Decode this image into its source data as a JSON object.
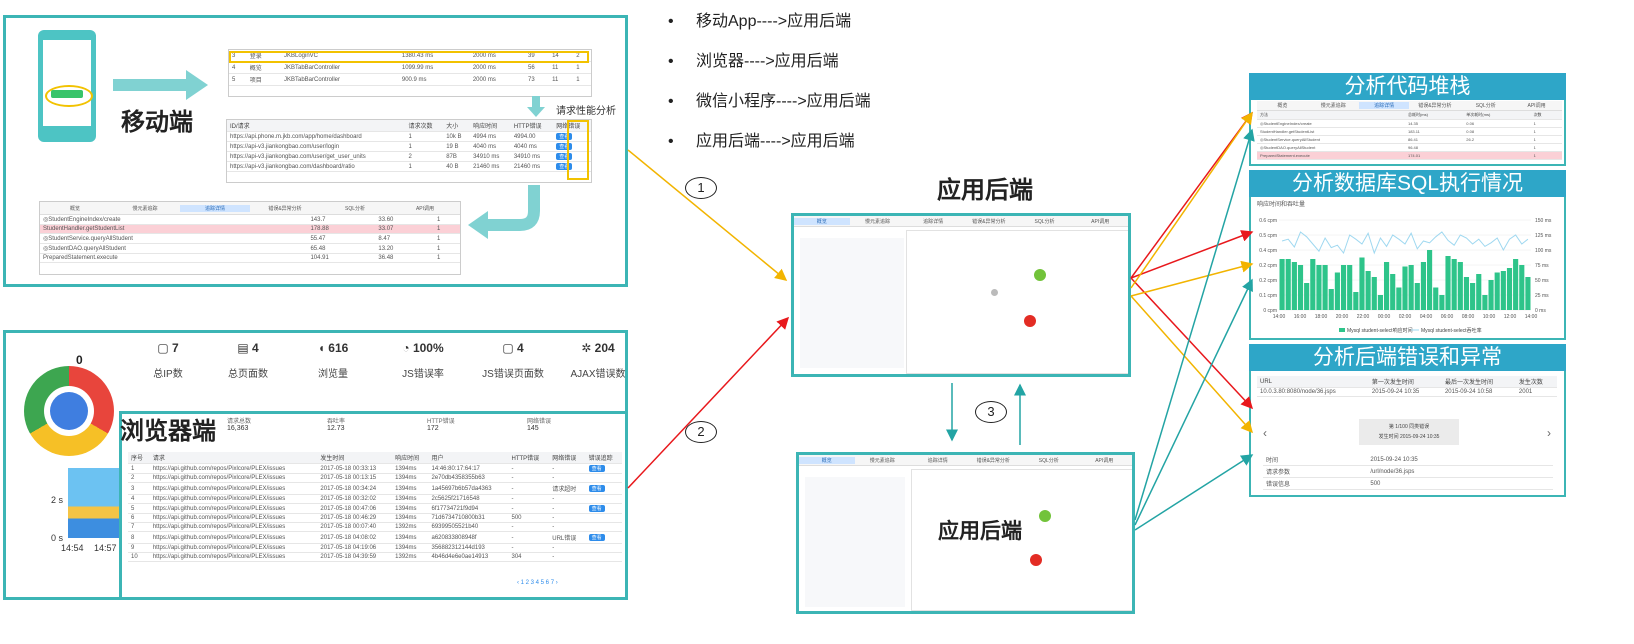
{
  "mobile": {
    "label": "移动端",
    "perf_label": "请求性能分析",
    "top_rows": [
      [
        "3",
        "登录",
        "JKBLoginVC",
        "1380.43 ms",
        "2000 ms",
        "39",
        "14",
        "2"
      ],
      [
        "4",
        "概览",
        "JKBTabBarController",
        "1099.99 ms",
        "2000 ms",
        "56",
        "11",
        "1"
      ],
      [
        "5",
        "项目",
        "JKBTabBarController",
        "900.9 ms",
        "2000 ms",
        "73",
        "11",
        "1"
      ]
    ],
    "req_header": [
      "ID/请求",
      "请求次数",
      "大小",
      "响应时间",
      "HTTP错误",
      "网络错误"
    ],
    "req_rows": [
      [
        "https://api.phone.m.jkb.com/app/home/dashboard",
        "1",
        "10k B",
        "4994 ms",
        "4994.00",
        "查看"
      ],
      [
        "https://api-v3.jiankongbao.com/user/login",
        "1",
        "19 B",
        "4040 ms",
        "4040 ms",
        "查看"
      ],
      [
        "https://api-v3.jiankongbao.com/user/get_user_units",
        "2",
        "87B",
        "34910 ms",
        "34910 ms",
        "查看"
      ],
      [
        "https://api-v3.jiankongbao.com/dashboard/ratio",
        "1",
        "40 B",
        "21460 ms",
        "21460 ms",
        "查看"
      ]
    ],
    "trace_tabs": [
      "概览",
      "慢元素追踪",
      "追踪详情",
      "错误&异常分析",
      "SQL分析",
      "API调用"
    ],
    "trace_rows": [
      [
        "◎StudentEngineIndex/create",
        "143.7",
        "33.60",
        "1"
      ],
      [
        "StudentHandler.getStudentList",
        "178.88",
        "33.07",
        "1"
      ],
      [
        "◎StudentService.queryAllStudent",
        "55.47",
        "8.47",
        "1"
      ],
      [
        "◎StudentDAO.queryAllStudent",
        "65.48",
        "13.20",
        "1"
      ],
      [
        "PreparedStatement.execute",
        "104.91",
        "36.48",
        "1"
      ]
    ]
  },
  "browser": {
    "label": "浏览器端",
    "stats": [
      {
        "value": "7",
        "label": "总IP数"
      },
      {
        "value": "4",
        "label": "总页面数"
      },
      {
        "value": "616",
        "label": "浏览量"
      },
      {
        "value": "100%",
        "label": "JS错误率"
      },
      {
        "value": "4",
        "label": "JS错误页面数"
      },
      {
        "value": "204",
        "label": "AJAX错误数"
      }
    ],
    "left_num": "0",
    "axis_y": [
      "2 s",
      "0 s"
    ],
    "axis_x": [
      "14:54",
      "14:57"
    ],
    "inner_stats": [
      {
        "value": "16,363",
        "label": "请求总数"
      },
      {
        "value": "12.73",
        "label": "吞吐率"
      },
      {
        "value": "172",
        "label": "HTTP错误"
      },
      {
        "value": "145",
        "label": "网络错误"
      }
    ],
    "table_header": [
      "序号",
      "请求",
      "发生时间",
      "响应时间",
      "用户",
      "HTTP错误",
      "网络错误",
      "错误追踪"
    ],
    "table_rows": [
      [
        "1",
        "https://api.github.com/repos/Pixlcore/PLEX/issues",
        "2017-05-18 00:33:13",
        "1394ms",
        "14:46:80:17:64:17",
        "-",
        "-",
        "查看"
      ],
      [
        "2",
        "https://api.github.com/repos/Pixlcore/PLEX/issues",
        "2017-05-18 00:13:15",
        "1394ms",
        "2e70db4358355b63",
        "-",
        "-",
        ""
      ],
      [
        "3",
        "https://api.github.com/repos/Pixlcore/PLEX/issues",
        "2017-05-18 00:34:24",
        "1394ms",
        "1a45697b6b57da4363",
        "-",
        "请求超时",
        "查看"
      ],
      [
        "4",
        "https://api.github.com/repos/Pixlcore/PLEX/issues",
        "2017-05-18 00:32:02",
        "1394ms",
        "2c5625f21716548",
        "-",
        "-",
        ""
      ],
      [
        "5",
        "https://api.github.com/repos/Pixlcore/PLEX/issues",
        "2017-05-18 00:47:06",
        "1394ms",
        "6f17734721f9d94",
        "-",
        "-",
        "查看"
      ],
      [
        "6",
        "https://api.github.com/repos/Pixlcore/PLEX/issues",
        "2017-05-18 00:46:29",
        "1394ms",
        "71d6734710800b31",
        "500",
        "-",
        ""
      ],
      [
        "7",
        "https://api.github.com/repos/Pixlcore/PLEX/issues",
        "2017-05-18 00:07:40",
        "1392ms",
        "69399505521b40",
        "-",
        "-",
        ""
      ],
      [
        "8",
        "https://api.github.com/repos/Pixlcore/PLEX/issues",
        "2017-05-18 04:08:02",
        "1394ms",
        "a620833808948f",
        "-",
        "URL错误",
        "查看"
      ],
      [
        "9",
        "https://api.github.com/repos/Pixlcore/PLEX/issues",
        "2017-05-18 04:19:06",
        "1394ms",
        "356882312144d193",
        "-",
        "-",
        ""
      ],
      [
        "10",
        "https://api.github.com/repos/Pixlcore/PLEX/issues",
        "2017-05-18 04:39:59",
        "1392ms",
        "4b46d4e6e0ae14913",
        "304",
        "-",
        ""
      ]
    ]
  },
  "center": {
    "top_label": "应用后端",
    "bottom_label": "应用后端",
    "tabs": [
      "概览",
      "慢元素追踪",
      "追踪详情",
      "错误&异常分析",
      "SQL分析",
      "API调用"
    ],
    "num1": "1",
    "num2": "2",
    "num3": "3"
  },
  "bullets": [
    "移动App---->应用后端",
    "浏览器---->应用后端",
    "微信小程序---->应用后端",
    "应用后端---->应用后端"
  ],
  "right": {
    "code_title": "分析代码堆栈",
    "code_tabs": [
      "概览",
      "慢元素追踪",
      "追踪详情",
      "错误&异常分析",
      "SQL分析",
      "API调用"
    ],
    "code_header": [
      "方法",
      "总耗时(ms)",
      "单次耗时(ms)",
      "次数"
    ],
    "code_rows": [
      [
        "◎StudentEngineIndex/create",
        "14.35",
        "0.06",
        "1"
      ],
      [
        "StudentHandler.getStudentList",
        "183.11",
        "0.08",
        "1"
      ],
      [
        "◎StudentService.queryAllStudent",
        "86.41",
        "26.2",
        "1"
      ],
      [
        "◎StudentDAO.queryAllStudent",
        "96.48",
        "",
        "1"
      ],
      [
        "PreparedStatement.execute",
        "174.01",
        "",
        "1"
      ]
    ],
    "sql_title": "分析数据库SQL执行情况",
    "sql_subtitle": "响应时间和吞吐量",
    "sql_legend": [
      "Mysql student-select响应时间",
      "Mysql student-select吞吐率"
    ],
    "err_title": "分析后端错误和异常",
    "err_header": [
      "URL",
      "第一次发生时间",
      "最后一次发生时间",
      "发生次数"
    ],
    "err_row": [
      "10.0.3.80:8080/node/36.jsps",
      "2015-09-24 10:35",
      "2015-09-24 10:58",
      "2001"
    ],
    "err_box": [
      "第 1/100 同类错误",
      "发生时间 2015-09-24 10:35"
    ],
    "err_details": [
      [
        "时间",
        "2015-09-24 10:35"
      ],
      [
        "请求参数",
        "/url/node/36.jsps"
      ],
      [
        "错误信息",
        "500"
      ]
    ]
  },
  "chart_data": {
    "type": "bar",
    "title": "响应时间和吞吐量",
    "x_ticks": [
      "14:00",
      "16:00",
      "18:00",
      "20:00",
      "22:00",
      "00:00",
      "02:00",
      "04:00",
      "06:00",
      "08:00",
      "10:00",
      "12:00",
      "14:00"
    ],
    "y_left_ticks": [
      "0 cpm",
      "0.1 cpm",
      "0.2 cpm",
      "0.2 cpm",
      "0.4 cpm",
      "0.5 cpm",
      "0.6 cpm"
    ],
    "y_right_ticks": [
      "0 ms",
      "25 ms",
      "50 ms",
      "75 ms",
      "100 ms",
      "125 ms",
      "150 ms"
    ],
    "series": [
      {
        "name": "Mysql student-select响应时间",
        "type": "bar",
        "color": "#2ec48a",
        "values": [
          0.34,
          0.34,
          0.32,
          0.3,
          0.18,
          0.34,
          0.3,
          0.3,
          0.14,
          0.25,
          0.3,
          0.3,
          0.12,
          0.35,
          0.26,
          0.22,
          0.1,
          0.32,
          0.24,
          0.15,
          0.29,
          0.3,
          0.18,
          0.32,
          0.4,
          0.15,
          0.1,
          0.36,
          0.34,
          0.32,
          0.22,
          0.18,
          0.24,
          0.1,
          0.2,
          0.25,
          0.26,
          0.28,
          0.34,
          0.3,
          0.22
        ]
      },
      {
        "name": "Mysql student-select吞吐率",
        "type": "line",
        "color": "#9fd8f0",
        "values": [
          115,
          118,
          105,
          130,
          122,
          110,
          98,
          120,
          104,
          108,
          95,
          125,
          118,
          110,
          128,
          95,
          120,
          106,
          125,
          118,
          110,
          128,
          102,
          115,
          112,
          122,
          130,
          116,
          108,
          125,
          120,
          110,
          118,
          106,
          112,
          120,
          100,
          118,
          125,
          110,
          118
        ]
      }
    ]
  }
}
